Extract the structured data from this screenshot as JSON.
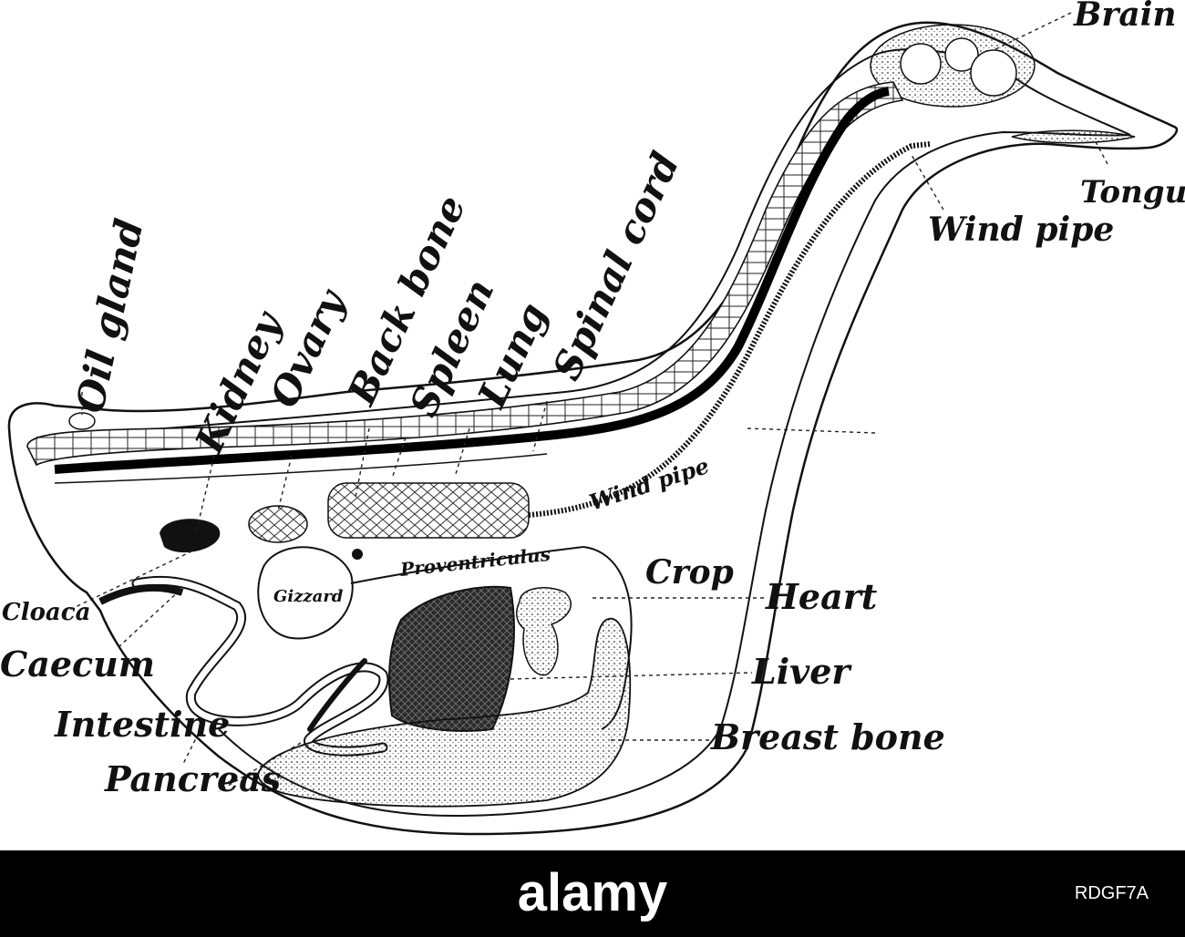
{
  "labels": {
    "brain": "Brain",
    "tongue": "Tongue",
    "wind_pipe_upper": "Wind pipe",
    "oil_gland": "Oil gland",
    "kidney": "Kidney",
    "ovary": "Ovary",
    "back_bone": "Back bone",
    "spleen": "Spleen",
    "lung": "Lung",
    "spinal_cord": "Spinal cord",
    "wind_pipe_inner": "Wind pipe",
    "crop": "Crop",
    "heart": "Heart",
    "liver": "Liver",
    "breast_bone": "Breast bone",
    "proventriculus": "Proventriculus",
    "gizzard": "Gizzard",
    "cloaca": "Cloaca",
    "caecum": "Caecum",
    "intestine": "Intestine",
    "pancreas": "Pancreas"
  },
  "footer": {
    "watermark": "alamy",
    "stock_id": "RDGF7A"
  },
  "colors": {
    "ink": "#111111",
    "footer_bg": "#000000",
    "footer_text": "#ffffff"
  }
}
